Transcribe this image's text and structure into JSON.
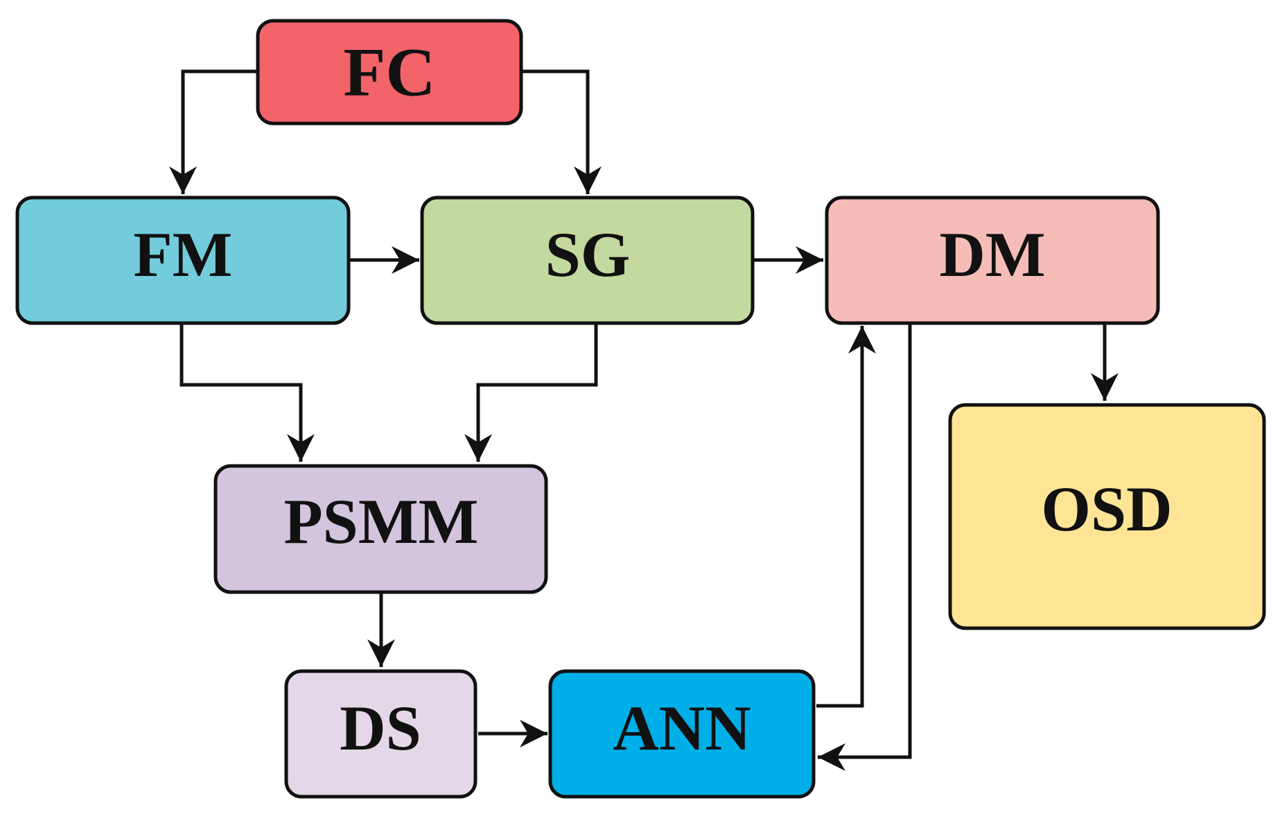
{
  "nodes": [
    {
      "id": "fc",
      "label": "FC",
      "color": "#f2636a"
    },
    {
      "id": "fm",
      "label": "FM",
      "color": "#72ccdc"
    },
    {
      "id": "sg",
      "label": "SG",
      "color": "#c3d99f"
    },
    {
      "id": "dm",
      "label": "DM",
      "color": "#f5bcb8"
    },
    {
      "id": "osd",
      "label": "OSD",
      "color": "#fde595"
    },
    {
      "id": "psmm",
      "label": "PSMM",
      "color": "#d3c5de"
    },
    {
      "id": "ds",
      "label": "DS",
      "color": "#e4d8e8"
    },
    {
      "id": "ann",
      "label": "ANN",
      "color": "#00aee8"
    }
  ],
  "edges": [
    {
      "from": "fc",
      "to": "fm"
    },
    {
      "from": "fc",
      "to": "sg"
    },
    {
      "from": "fm",
      "to": "sg"
    },
    {
      "from": "sg",
      "to": "dm"
    },
    {
      "from": "fm",
      "to": "psmm"
    },
    {
      "from": "sg",
      "to": "psmm"
    },
    {
      "from": "psmm",
      "to": "ds"
    },
    {
      "from": "ds",
      "to": "ann"
    },
    {
      "from": "ann",
      "to": "dm"
    },
    {
      "from": "dm",
      "to": "ann"
    },
    {
      "from": "dm",
      "to": "osd"
    }
  ]
}
